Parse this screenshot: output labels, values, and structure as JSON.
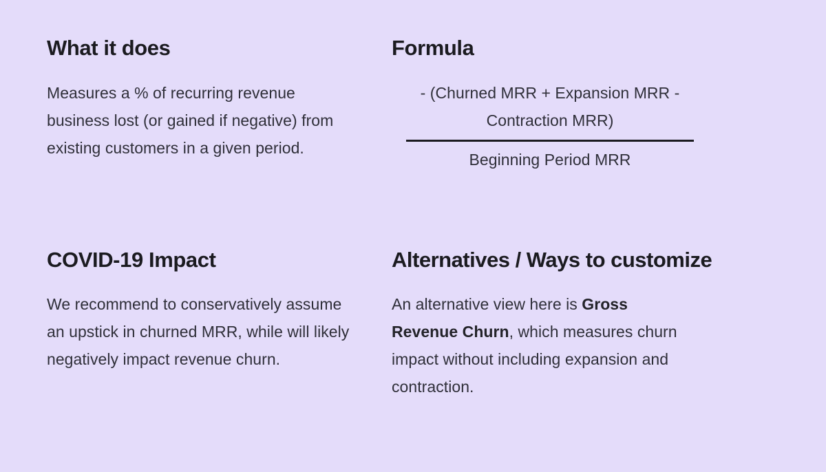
{
  "theme": {
    "background_color": "#e4dcfa",
    "heading_color": "#1b1b20",
    "body_color": "#2f2f39",
    "rule_color": "#1b1b20"
  },
  "sections": {
    "what_it_does": {
      "heading": "What it does",
      "body": "Measures a % of recurring revenue business lost (or gained if negative) from existing customers in a given period."
    },
    "formula": {
      "heading": "Formula",
      "numerator": "- (Churned MRR + Expansion MRR - Contraction MRR)",
      "denominator": "Beginning Period MRR"
    },
    "covid_impact": {
      "heading": "COVID-19 Impact",
      "body": "We recommend to conservatively assume an upstick in churned MRR, while will likely negatively impact revenue churn."
    },
    "alternatives": {
      "heading": "Alternatives / Ways to customize",
      "body_before": "An alternative view here is ",
      "body_emphasis": "Gross Revenue Churn",
      "body_after": ", which measures churn impact without including expansion and contraction."
    }
  }
}
